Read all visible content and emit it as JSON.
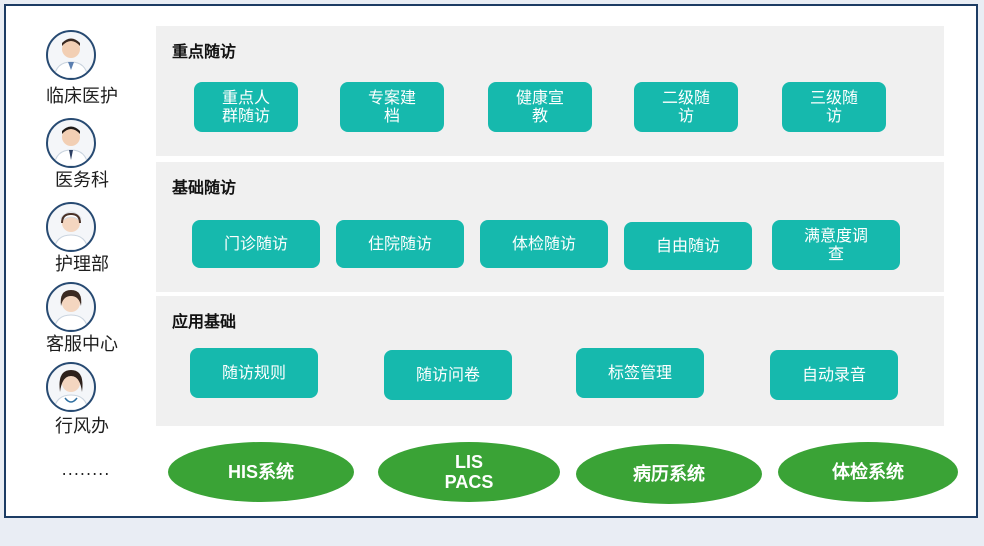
{
  "roles": [
    {
      "label": "临床医护",
      "avatar": "doctor-male-avatar-icon"
    },
    {
      "label": "医务科",
      "avatar": "doctor-male-avatar-icon"
    },
    {
      "label": "护理部",
      "avatar": "nurse-avatar-icon"
    },
    {
      "label": "客服中心",
      "avatar": "service-female-avatar-icon"
    },
    {
      "label": "行风办",
      "avatar": "doctor-female-avatar-icon"
    }
  ],
  "more": "........",
  "panels": [
    {
      "title": "重点随访",
      "buttons": [
        "重点人\n群随访",
        "专案建\n档",
        "健康宣\n教",
        "二级随\n访",
        "三级随\n访"
      ]
    },
    {
      "title": "基础随访",
      "buttons": [
        "门诊随访",
        "住院随访",
        "体检随访",
        "自由随访",
        "满意度调\n查"
      ]
    },
    {
      "title": "应用基础",
      "buttons": [
        "随访规则",
        "随访问卷",
        "标签管理",
        "自动录音"
      ]
    }
  ],
  "systems": [
    "HIS系统",
    "LIS\nPACS",
    "病历系统",
    "体检系统"
  ],
  "colors": {
    "button": "#16b9ad",
    "system": "#3aa336",
    "panel": "#f0f0f0",
    "frame_border": "#1c3c64"
  }
}
